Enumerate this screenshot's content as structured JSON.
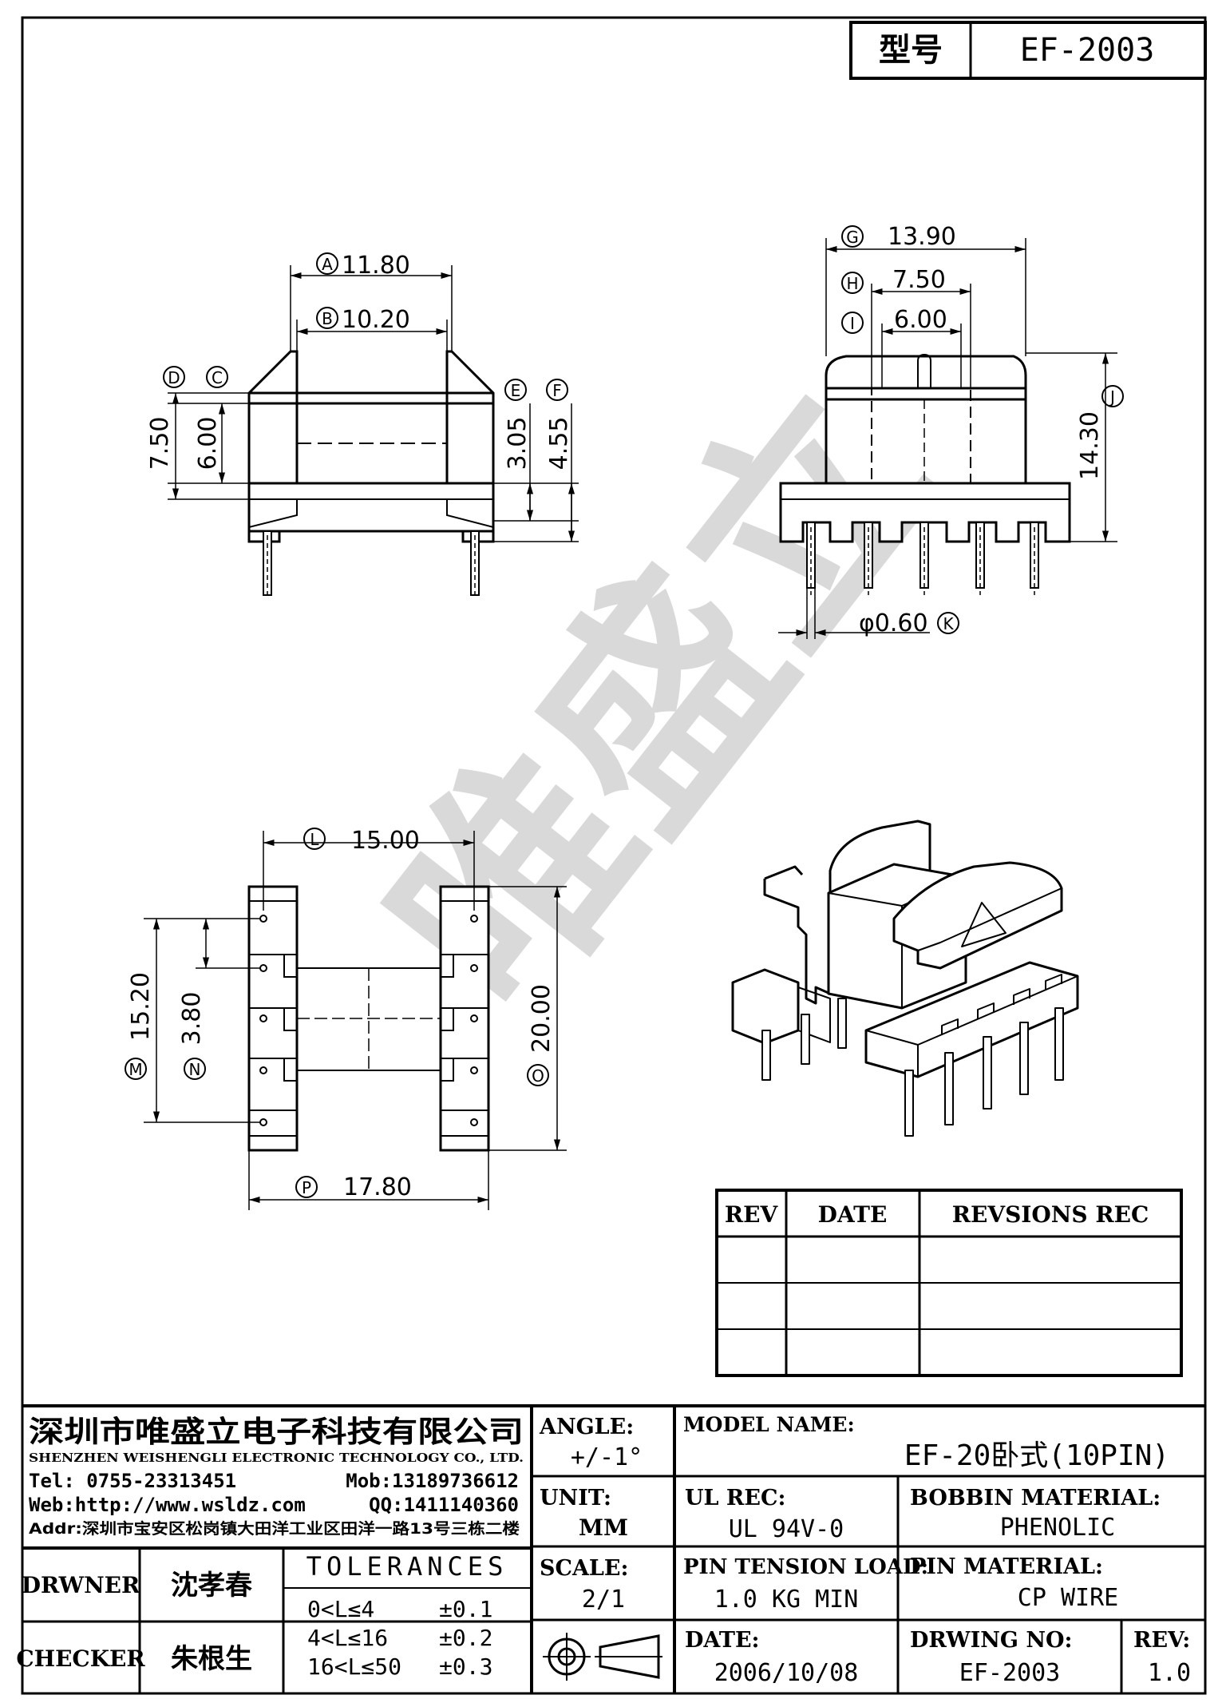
{
  "title_block_top": {
    "model_label": "型号",
    "model_value": "EF-2003"
  },
  "watermark": "唯盛立",
  "dimensions": {
    "A": {
      "letter": "A",
      "value": "11.80"
    },
    "B": {
      "letter": "B",
      "value": "10.20"
    },
    "C": {
      "letter": "C"
    },
    "D": {
      "letter": "D"
    },
    "E": {
      "letter": "E"
    },
    "F": {
      "letter": "F"
    },
    "v750": "7.50",
    "v600": "6.00",
    "v305": "3.05",
    "v455": "4.55",
    "G": {
      "letter": "G",
      "value": "13.90"
    },
    "H": {
      "letter": "H",
      "value": "7.50"
    },
    "I": {
      "letter": "I",
      "value": "6.00"
    },
    "J": {
      "letter": "J",
      "value": "14.30"
    },
    "K": {
      "letter": "K",
      "value": "φ0.60"
    },
    "L": {
      "letter": "L",
      "value": "15.00"
    },
    "M": {
      "letter": "M",
      "value": "15.20"
    },
    "N": {
      "letter": "N",
      "value": "3.80"
    },
    "O": {
      "letter": "O",
      "value": "20.00"
    },
    "P": {
      "letter": "P",
      "value": "17.80"
    }
  },
  "rev_table": {
    "headers": [
      "REV",
      "DATE",
      "REVSIONS REC"
    ],
    "rows": 3
  },
  "company": {
    "name_cn": "深圳市唯盛立电子科技有限公司",
    "name_en": "SHENZHEN WEISHENGLI ELECTRONIC TECHNOLOGY CO., LTD.",
    "tel": "Tel: 0755-23313451",
    "mob": "Mob:13189736612",
    "web": "Web:http://www.wsldz.com",
    "qq": "QQ:1411140360",
    "addr": "Addr:深圳市宝安区松岗镇大田洋工业区田洋一路13号三栋二楼"
  },
  "fields": {
    "angle_label": "ANGLE:",
    "angle_value": "+/-1°",
    "unit_label": "UNIT:",
    "unit_value": "MM",
    "scale_label": "SCALE:",
    "scale_value": "2/1",
    "model_name_label": "MODEL NAME:",
    "model_name_value": "EF-20卧式(10PIN)",
    "ul_rec_label": "UL REC:",
    "ul_rec_value": "UL 94V-0",
    "bobbin_label": "BOBBIN MATERIAL:",
    "bobbin_value": "PHENOLIC",
    "pin_tension_label": "PIN TENSION LOAD:",
    "pin_tension_value": "1.0 KG MIN",
    "pin_material_label": "PIN MATERIAL:",
    "pin_material_value": "CP WIRE",
    "date_label": "DATE:",
    "date_value": "2006/10/08",
    "drawing_no_label": "DRWING NO:",
    "drawing_no_value": "EF-2003",
    "rev_label": "REV:",
    "rev_value": "1.0"
  },
  "people": {
    "drawer_label": "DRWNER",
    "drawer_name": "沈孝春",
    "checker_label": "CHECKER",
    "checker_name": "朱根生"
  },
  "tolerances": {
    "title": "TOLERANCES",
    "rows": [
      {
        "range": "0<L≤4",
        "value": "±0.1"
      },
      {
        "range": "4<L≤16",
        "value": "±0.2"
      },
      {
        "range": "16<L≤50",
        "value": "±0.3"
      }
    ]
  }
}
